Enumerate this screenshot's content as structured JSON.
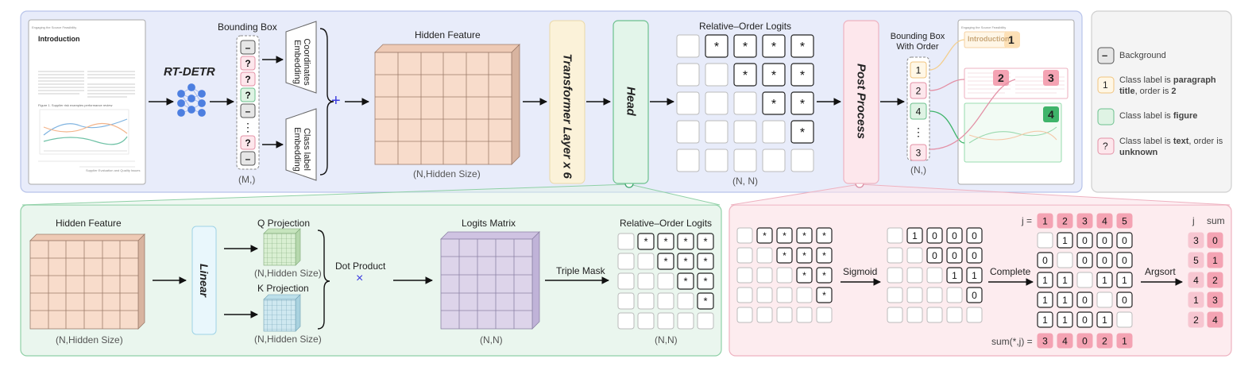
{
  "top": {
    "detector": "RT-DETR",
    "bounding_box": "Bounding Box",
    "bbox_tokens": [
      "–",
      "?",
      "?",
      "?",
      "–",
      "⋮",
      "?",
      "–"
    ],
    "bbox_dims": "(M,)",
    "coord_embedding": "Coordinates Embedding",
    "class_embedding": "Class label Embedding",
    "plus": "+",
    "hidden_feature": "Hidden Feature",
    "hidden_dims": "(N,Hidden Size)",
    "transformer": "Transformer Layer x 6",
    "head": "Head",
    "logits_title": "Relative–Order Logits",
    "logits_dims": "(N, N)",
    "post_process": "Post Process",
    "order_title": "Bounding Box With Order",
    "order_tokens": [
      "1",
      "2",
      "4",
      "⋮",
      "3"
    ],
    "order_dims": "(N,)"
  },
  "doc_left": {
    "header": "Engaging the Source Feasibility",
    "title": "Introduction",
    "fig_caption": "Figure 1. Supplier risk examples performance review",
    "footer": "Supplier Evaluation and Quality Issues"
  },
  "doc_right": {
    "header": "Engaging the Source Feasibility",
    "title": "Introduction",
    "order_labels": [
      "1",
      "2",
      "3",
      "4"
    ]
  },
  "legend": {
    "background_symbol": "–",
    "background": "Background",
    "title_symbol": "1",
    "title_pre": "Class label is ",
    "title_bold": "paragraph title",
    "title_mid": ", order is ",
    "title_order": "2",
    "figure_pre": "Class label is ",
    "figure_bold": "figure",
    "text_symbol": "?",
    "text_pre": "Class label is ",
    "text_bold": "text",
    "text_mid": ", order is ",
    "text_bold2": "unknown"
  },
  "head_detail": {
    "hidden_feature": "Hidden Feature",
    "hidden_dims": "(N,Hidden Size)",
    "linear": "Linear",
    "q_proj": "Q  Projection",
    "q_dims": "(N,Hidden Size)",
    "k_proj": "K  Projection",
    "k_dims": "(N,Hidden Size)",
    "dot_product": "Dot Product",
    "times": "×",
    "logits_matrix": "Logits Matrix",
    "logits_dims": "(N,N)",
    "triple_mask": "Triple Mask",
    "relative_logits": "Relative–Order Logits",
    "relative_dims": "(N,N)"
  },
  "post_detail": {
    "sigmoid": "Sigmoid",
    "complete": "Complete",
    "argsort": "Argsort",
    "j_label": "j =",
    "j_values": [
      "1",
      "2",
      "3",
      "4",
      "5"
    ],
    "sum_label": "sum(*,j) =",
    "sum_values": [
      "3",
      "4",
      "0",
      "2",
      "1"
    ],
    "sigmoid_matrix": [
      [
        "",
        "1",
        "0",
        "0",
        "0"
      ],
      [
        "",
        "",
        "0",
        "0",
        "0"
      ],
      [
        "",
        "",
        "",
        "1",
        "1"
      ],
      [
        "",
        "",
        "",
        "",
        "0"
      ],
      [
        "",
        "",
        "",
        "",
        ""
      ]
    ],
    "complete_matrix": [
      [
        "",
        "1",
        "0",
        "0",
        "0"
      ],
      [
        "0",
        "",
        "0",
        "0",
        "0"
      ],
      [
        "1",
        "1",
        "",
        "1",
        "1"
      ],
      [
        "1",
        "1",
        "0",
        "",
        "0"
      ],
      [
        "1",
        "1",
        "0",
        "1",
        ""
      ]
    ],
    "result_j_header": "j",
    "result_sum_header": "sum",
    "result_j": [
      "3",
      "5",
      "4",
      "1",
      "2"
    ],
    "result_sum": [
      "0",
      "1",
      "2",
      "3",
      "4"
    ]
  },
  "colors": {
    "top_panel": "#e8ecfa",
    "head_panel": "#eaf6ee",
    "post_panel": "#fdecef",
    "legend_panel": "#f4f4f4",
    "feature_fill": "#f8dccb",
    "logits_fill": "#ddd4ea",
    "q_fill": "#d9efd2",
    "k_fill": "#cfe8f0",
    "transformer_fill": "#fbf2d9",
    "head_fill": "#e3f5ea",
    "post_fill": "#fde7ec",
    "pink_badge": "#f4a3b3",
    "yellow_badge": "#fde7c4",
    "green_badge": "#dff3e4"
  }
}
